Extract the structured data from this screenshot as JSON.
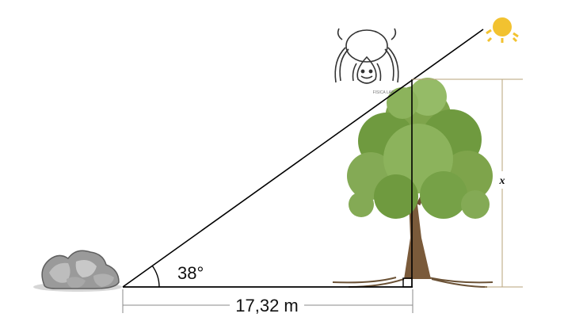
{
  "diagram": {
    "angle_label": "38°",
    "base_label": "17,32 m",
    "height_label": "x",
    "watermark_text": "FISICA LAB"
  },
  "icons": {
    "rock": "rock-pile-icon",
    "tree": "tree-icon",
    "sun": "sun-icon",
    "mascot": "mascot-logo-icon"
  },
  "colors": {
    "line": "#000000",
    "dimension_line": "#b7a37a",
    "rock": "#9a9a9a",
    "foliage": "#6f9a3f",
    "trunk": "#7a5a3a",
    "sun": "#f2c230"
  }
}
